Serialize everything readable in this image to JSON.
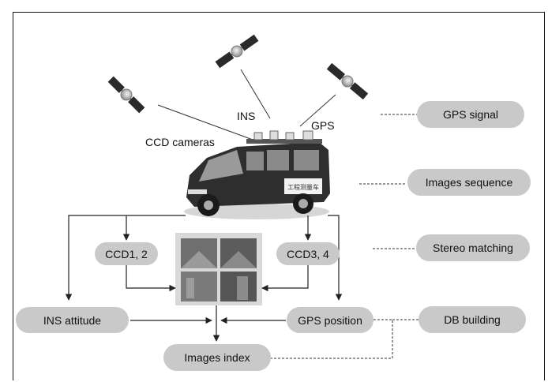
{
  "diagram": {
    "labels": {
      "ins": "INS",
      "gps": "GPS",
      "ccd_cameras": "CCD cameras"
    },
    "nodes": {
      "ccd12": "CCD1, 2",
      "ccd34": "CCD3, 4",
      "ins_attitude": "INS attitude",
      "gps_position": "GPS position",
      "images_index": "Images index"
    },
    "stages": {
      "gps_signal": "GPS signal",
      "images_sequence": "Images sequence",
      "stereo_matching": "Stereo matching",
      "db_building": "DB building"
    },
    "van_side_text": "工程测量车"
  },
  "colors": {
    "pill_fill": "#c9c9c9",
    "line": "#222222",
    "van_body": "#2e2e2e"
  },
  "icons": [
    "satellite-icon",
    "van-icon",
    "image-tiles-icon"
  ]
}
